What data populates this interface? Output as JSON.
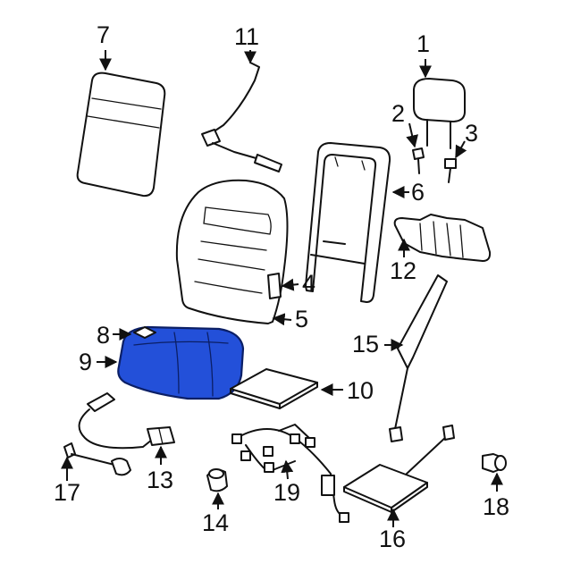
{
  "colors": {
    "highlight": "#2350d9",
    "highlight_stroke": "#0b1f66",
    "line": "#111111"
  },
  "labels": {
    "l1": "1",
    "l2": "2",
    "l3": "3",
    "l4": "4",
    "l5": "5",
    "l6": "6",
    "l7": "7",
    "l8": "8",
    "l9": "9",
    "l10": "10",
    "l11": "11",
    "l12": "12",
    "l13": "13",
    "l14": "14",
    "l15": "15",
    "l16": "16",
    "l17": "17",
    "l18": "18",
    "l19": "19"
  }
}
